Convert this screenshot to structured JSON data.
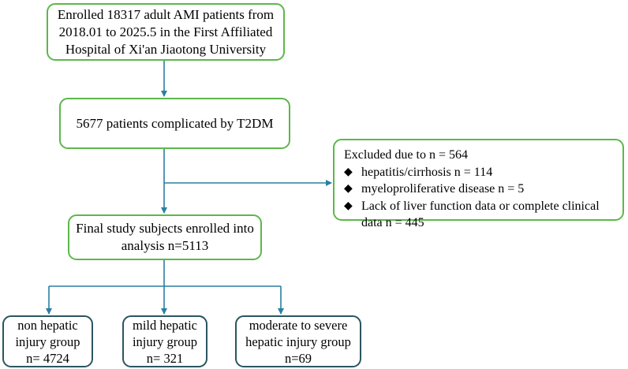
{
  "flowchart": {
    "enrolled": {
      "lines": [
        "Enrolled 18317 adult AMI patients from",
        "2018.01 to 2025.5 in the First Affiliated",
        "Hospital of Xi'an Jiaotong University"
      ]
    },
    "t2dm": {
      "lines": [
        "5677 patients complicated by T2DM"
      ]
    },
    "excluded": {
      "title": "Excluded due to n = 564",
      "bullet_symbol": "◆",
      "items": [
        [
          "hepatitis/cirrhosis n = 114"
        ],
        [
          "myeloproliferative disease  n = 5"
        ],
        [
          "Lack of liver function data or complete clinical",
          "data  n = 445"
        ]
      ]
    },
    "final": {
      "lines": [
        "Final study subjects enrolled into",
        "analysis n=5113"
      ]
    },
    "groups": [
      {
        "lines": [
          "non hepatic",
          "injury group",
          "n= 4724"
        ]
      },
      {
        "lines": [
          "mild hepatic",
          "injury group",
          "n= 321"
        ]
      },
      {
        "lines": [
          "moderate to severe",
          "hepatic injury group",
          "n=69"
        ]
      }
    ],
    "colors": {
      "green_border": "#5cb84a",
      "group_border": "#2b5560",
      "arrow": "#2a7fa2"
    }
  }
}
